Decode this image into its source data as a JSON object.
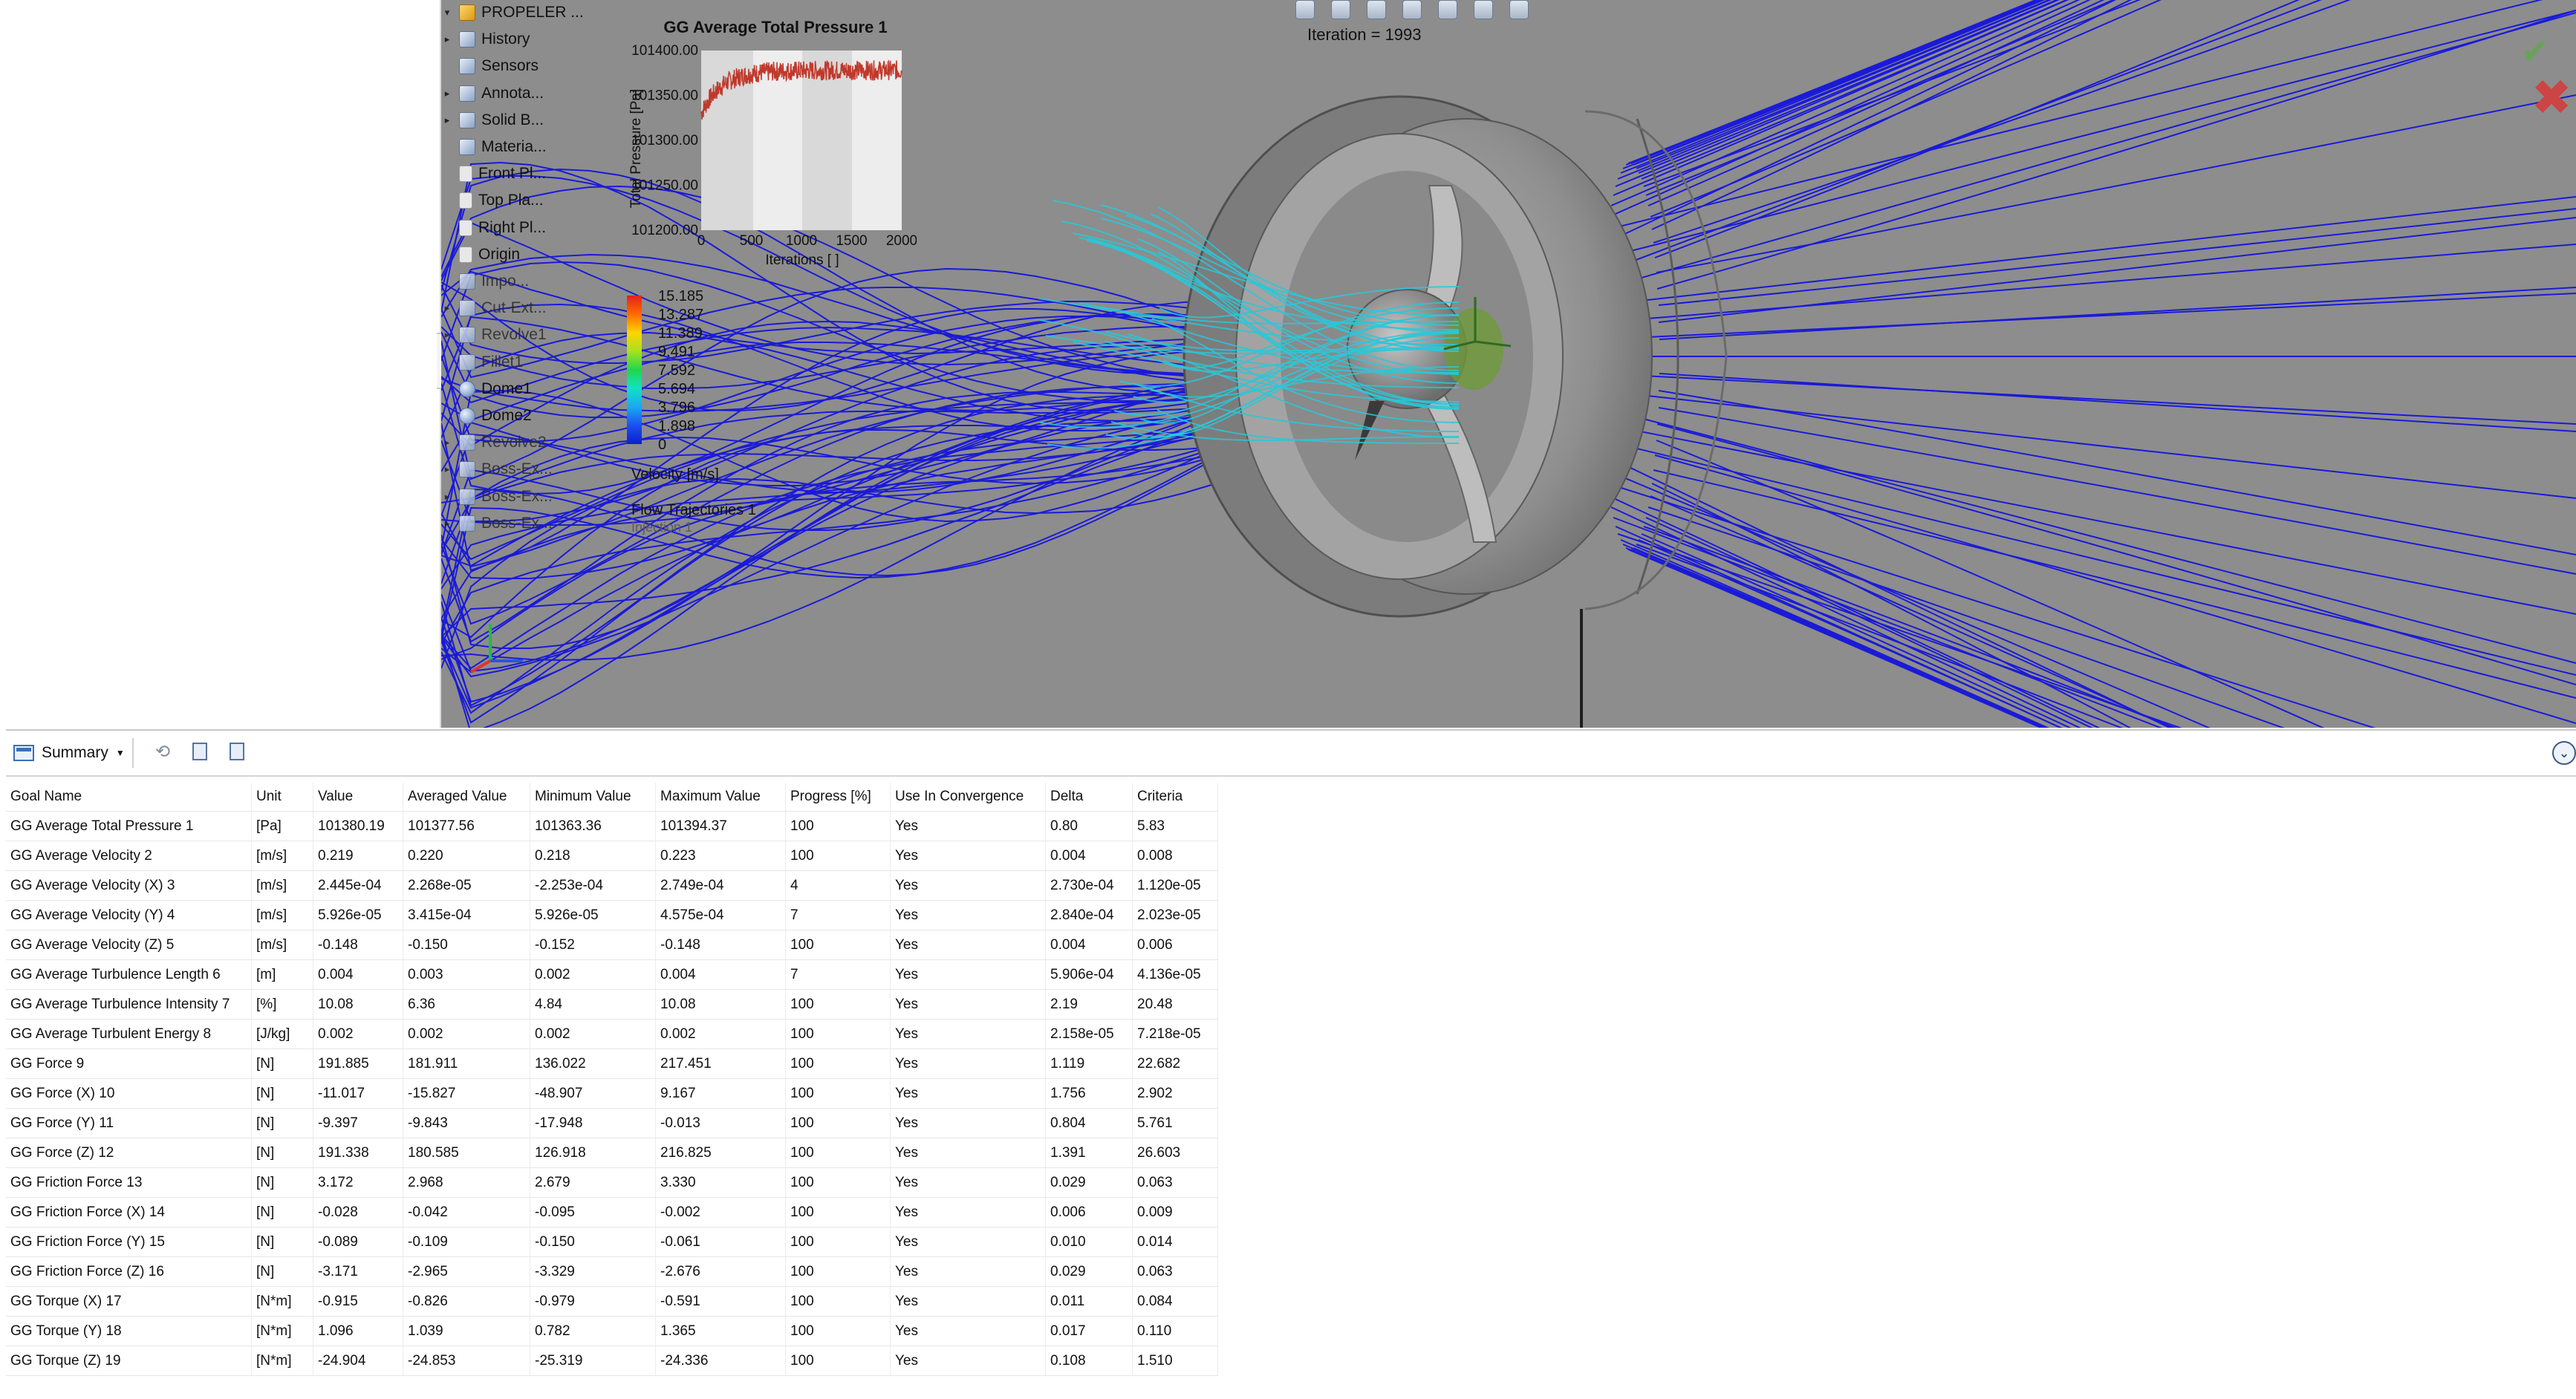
{
  "viewport": {
    "feature_tree": [
      {
        "label": "PROPELER ...",
        "expander": "down",
        "icon": "part-icon",
        "kind": "root"
      },
      {
        "label": "History",
        "expander": "right",
        "icon": "history-icon",
        "kind": ""
      },
      {
        "label": "Sensors",
        "expander": "",
        "icon": "sensors-icon",
        "kind": ""
      },
      {
        "label": "Annota...",
        "expander": "right",
        "icon": "annotations-icon",
        "kind": ""
      },
      {
        "label": "Solid B...",
        "expander": "right",
        "icon": "solid-bodies-icon",
        "kind": ""
      },
      {
        "label": "Materia...",
        "expander": "",
        "icon": "material-icon",
        "kind": ""
      },
      {
        "label": "Front Pl...",
        "expander": "",
        "icon": "plane-icon",
        "kind": "plane"
      },
      {
        "label": "Top Pla...",
        "expander": "",
        "icon": "plane-icon",
        "kind": "plane"
      },
      {
        "label": "Right Pl...",
        "expander": "",
        "icon": "plane-icon",
        "kind": "plane"
      },
      {
        "label": "Origin",
        "expander": "",
        "icon": "origin-icon",
        "kind": "plane"
      },
      {
        "label": "Impo...",
        "expander": "",
        "icon": "imported-icon",
        "kind": "faded"
      },
      {
        "label": "Cut-Ext...",
        "expander": "right",
        "icon": "cut-extrude-icon",
        "kind": "faded"
      },
      {
        "label": "Revolve1",
        "expander": "right",
        "icon": "revolve-icon",
        "kind": "faded"
      },
      {
        "label": "Fillet1",
        "expander": "",
        "icon": "fillet-icon",
        "kind": "faded"
      },
      {
        "label": "Dome1",
        "expander": "",
        "icon": "dome-icon",
        "kind": "dome"
      },
      {
        "label": "Dome2",
        "expander": "",
        "icon": "dome-icon",
        "kind": "dome"
      },
      {
        "label": "Revolve2",
        "expander": "right",
        "icon": "revolve-icon",
        "kind": "faded"
      },
      {
        "label": "Boss-Ex...",
        "expander": "right",
        "icon": "boss-extrude-icon",
        "kind": "faded"
      },
      {
        "label": "Boss-Ex...",
        "expander": "right",
        "icon": "boss-extrude-icon",
        "kind": "faded"
      },
      {
        "label": "Boss-Ex...",
        "expander": "right",
        "icon": "boss-extrude-icon",
        "kind": "faded"
      }
    ],
    "iteration_readout": "Iteration = 1993",
    "goal_plot": {
      "title": "GG Average Total Pressure 1",
      "ylabel": "Total Pressure [Pa]",
      "xlabel": "Iterations [ ]",
      "y_ticks": [
        "101400.00",
        "101350.00",
        "101300.00",
        "101250.00",
        "101200.00"
      ],
      "x_ticks": [
        "0",
        "500",
        "1000",
        "1500",
        "2000"
      ],
      "line_color": "#c0392b"
    },
    "legend": {
      "values": [
        "15.185",
        "13.287",
        "11.389",
        "9.491",
        "7.592",
        "5.694",
        "3.796",
        "1.898",
        "0"
      ],
      "title": "Velocity [m/s]",
      "colors": [
        "#e5211b",
        "#ff6a00",
        "#ffd400",
        "#a6e21f",
        "#22d64a",
        "#12e0c8",
        "#1aa9f0",
        "#1d4ff0",
        "#0a1fd0"
      ]
    },
    "trajectories_title": "Flow Trajectories 1",
    "trajectories_sub": "Injection 1"
  },
  "summary": {
    "dropdown_label": "Summary",
    "dropdown_icon": "summary-icon",
    "toolbar_icons": [
      "refresh-icon",
      "copy-icon",
      "paste-icon"
    ],
    "collapse_icon": "chevron-down-icon",
    "columns": [
      "Goal Name",
      "Unit",
      "Value",
      "Averaged Value",
      "Minimum Value",
      "Maximum Value",
      "Progress [%]",
      "Use In Convergence",
      "Delta",
      "Criteria"
    ],
    "rows": [
      [
        "GG Average Total Pressure 1",
        "[Pa]",
        "101380.19",
        "101377.56",
        "101363.36",
        "101394.37",
        "100",
        "Yes",
        "0.80",
        "5.83"
      ],
      [
        "GG Average Velocity 2",
        "[m/s]",
        "0.219",
        "0.220",
        "0.218",
        "0.223",
        "100",
        "Yes",
        "0.004",
        "0.008"
      ],
      [
        "GG Average Velocity (X) 3",
        "[m/s]",
        "2.445e-04",
        "2.268e-05",
        "-2.253e-04",
        "2.749e-04",
        "4",
        "Yes",
        "2.730e-04",
        "1.120e-05"
      ],
      [
        "GG Average Velocity (Y) 4",
        "[m/s]",
        "5.926e-05",
        "3.415e-04",
        "5.926e-05",
        "4.575e-04",
        "7",
        "Yes",
        "2.840e-04",
        "2.023e-05"
      ],
      [
        "GG Average Velocity (Z) 5",
        "[m/s]",
        "-0.148",
        "-0.150",
        "-0.152",
        "-0.148",
        "100",
        "Yes",
        "0.004",
        "0.006"
      ],
      [
        "GG Average Turbulence Length 6",
        "[m]",
        "0.004",
        "0.003",
        "0.002",
        "0.004",
        "7",
        "Yes",
        "5.906e-04",
        "4.136e-05"
      ],
      [
        "GG Average Turbulence Intensity 7",
        "[%]",
        "10.08",
        "6.36",
        "4.84",
        "10.08",
        "100",
        "Yes",
        "2.19",
        "20.48"
      ],
      [
        "GG Average Turbulent Energy 8",
        "[J/kg]",
        "0.002",
        "0.002",
        "0.002",
        "0.002",
        "100",
        "Yes",
        "2.158e-05",
        "7.218e-05"
      ],
      [
        "GG Force 9",
        "[N]",
        "191.885",
        "181.911",
        "136.022",
        "217.451",
        "100",
        "Yes",
        "1.119",
        "22.682"
      ],
      [
        "GG Force (X) 10",
        "[N]",
        "-11.017",
        "-15.827",
        "-48.907",
        "9.167",
        "100",
        "Yes",
        "1.756",
        "2.902"
      ],
      [
        "GG Force (Y) 11",
        "[N]",
        "-9.397",
        "-9.843",
        "-17.948",
        "-0.013",
        "100",
        "Yes",
        "0.804",
        "5.761"
      ],
      [
        "GG Force (Z) 12",
        "[N]",
        "191.338",
        "180.585",
        "126.918",
        "216.825",
        "100",
        "Yes",
        "1.391",
        "26.603"
      ],
      [
        "GG Friction Force 13",
        "[N]",
        "3.172",
        "2.968",
        "2.679",
        "3.330",
        "100",
        "Yes",
        "0.029",
        "0.063"
      ],
      [
        "GG Friction Force (X) 14",
        "[N]",
        "-0.028",
        "-0.042",
        "-0.095",
        "-0.002",
        "100",
        "Yes",
        "0.006",
        "0.009"
      ],
      [
        "GG Friction Force (Y) 15",
        "[N]",
        "-0.089",
        "-0.109",
        "-0.150",
        "-0.061",
        "100",
        "Yes",
        "0.010",
        "0.014"
      ],
      [
        "GG Friction Force (Z) 16",
        "[N]",
        "-3.171",
        "-2.965",
        "-3.329",
        "-2.676",
        "100",
        "Yes",
        "0.029",
        "0.063"
      ],
      [
        "GG Torque (X) 17",
        "[N*m]",
        "-0.915",
        "-0.826",
        "-0.979",
        "-0.591",
        "100",
        "Yes",
        "0.011",
        "0.084"
      ],
      [
        "GG Torque (Y) 18",
        "[N*m]",
        "1.096",
        "1.039",
        "0.782",
        "1.365",
        "100",
        "Yes",
        "0.017",
        "0.110"
      ],
      [
        "GG Torque (Z) 19",
        "[N*m]",
        "-24.904",
        "-24.853",
        "-25.319",
        "-24.336",
        "100",
        "Yes",
        "0.108",
        "1.510"
      ]
    ]
  },
  "colors": {
    "viewport_bg": "#8d8d8d",
    "streamline_blue": "#1a1ad8",
    "streamline_cyan": "#29c8d8",
    "shroud": "#9a9a9a",
    "accent": "#3a6fb8"
  }
}
